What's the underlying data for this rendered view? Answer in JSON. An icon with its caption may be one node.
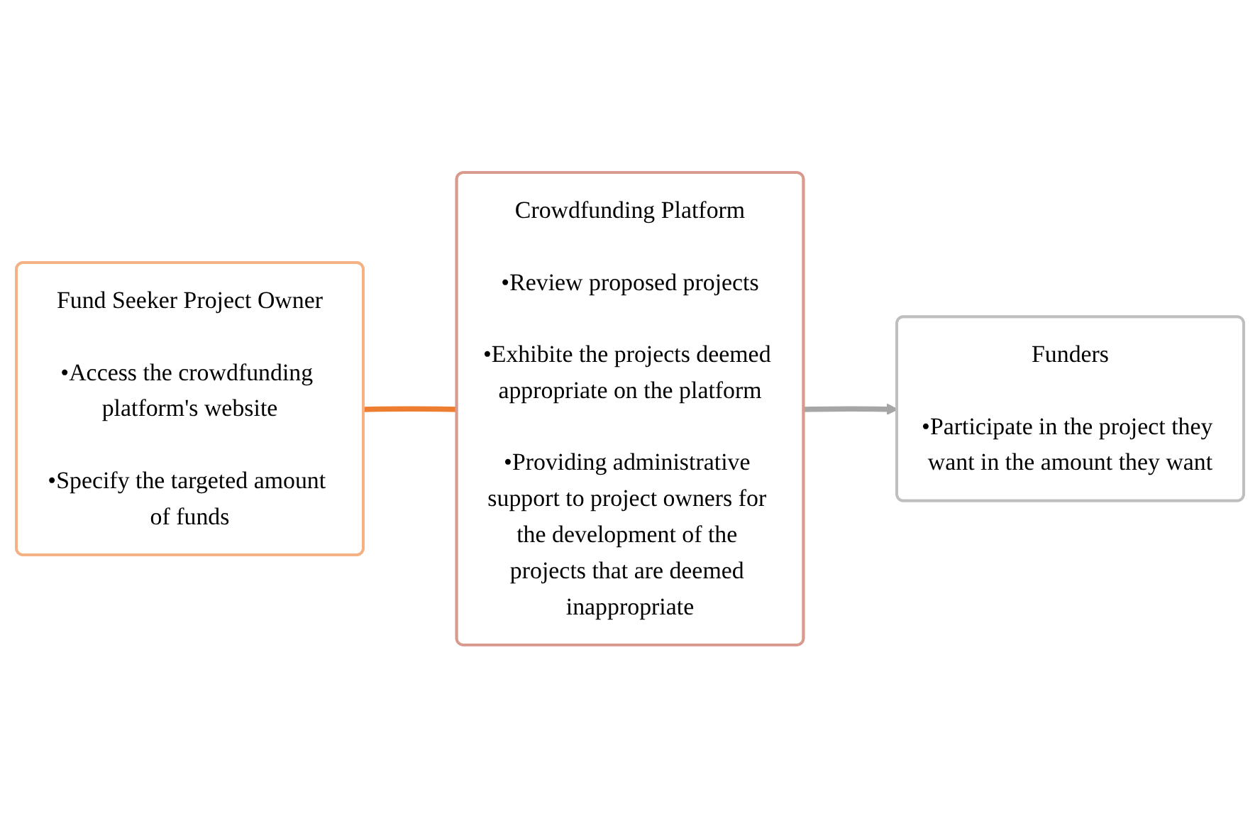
{
  "diagram": {
    "nodes": [
      {
        "text": [
          "Fund Seeker Project Owner",
          "•Access the crowdfunding platform's website",
          "•Specify the targeted amount of funds"
        ]
      },
      {
        "text": [
          "Crowdfunding Platform",
          "•Review proposed projects",
          "•Exhibite the projects deemed appropriate on the platform",
          "•Providing administrative support to project owners for the development of the projects that are deemed inappropriate"
        ]
      },
      {
        "text": [
          "Funders",
          "•Participate in the project they want in the amount they want"
        ]
      }
    ],
    "edges": [
      {
        "from": 0,
        "to": 1,
        "arrow": "none",
        "color": "#ed7d31"
      },
      {
        "from": 1,
        "to": 2,
        "arrow": "to",
        "color": "#a6a6a6"
      }
    ]
  }
}
